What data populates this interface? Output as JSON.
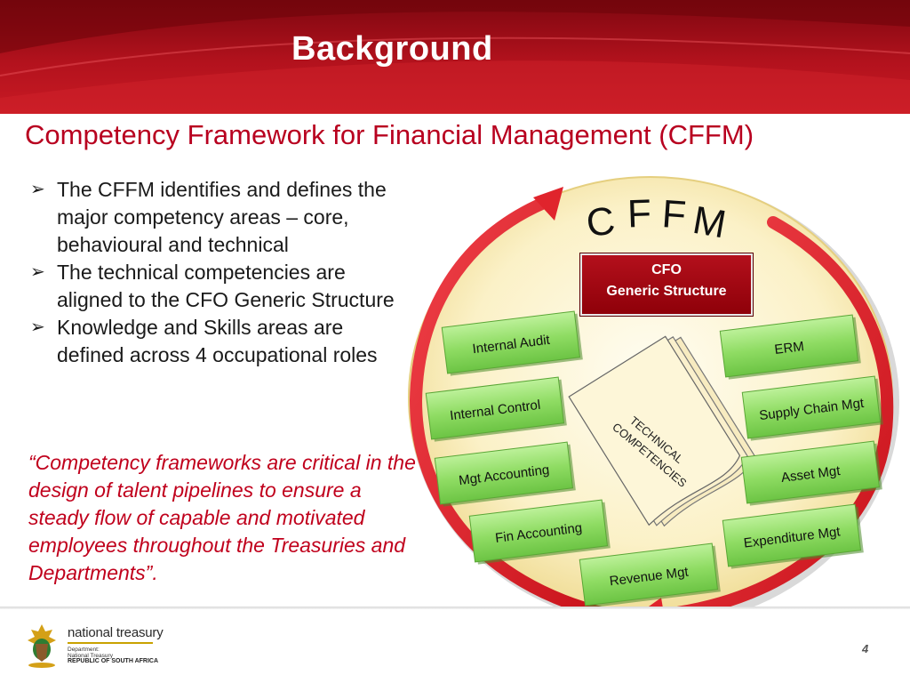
{
  "header": {
    "title": "Background"
  },
  "subtitle": "Competency Framework for Financial Management (CFFM)",
  "bullets": [
    "The CFFM identifies and defines the major competency areas – core, behavioural and technical",
    "The technical competencies are aligned to the CFO Generic Structure",
    "Knowledge and Skills areas are defined across 4 occupational roles"
  ],
  "bullet_icon": "arrow-bullet-icon",
  "quote": "“Competency frameworks are critical in the design of talent pipelines to ensure a steady flow of capable and motivated employees throughout the Treasuries and Departments”.",
  "diagram": {
    "cffm_letters": [
      "C",
      "F",
      "F",
      "M"
    ],
    "cfo_box": {
      "line1": "CFO",
      "line2": "Generic Structure"
    },
    "left_boxes": [
      "Internal Audit",
      "Internal Control",
      "Mgt Accounting",
      "Fin Accounting"
    ],
    "bottom_box": "Revenue Mgt",
    "right_boxes": [
      "ERM",
      "Supply Chain Mgt",
      "Asset Mgt",
      "Expenditure Mgt"
    ],
    "pages_text": {
      "line1": "TECHNICAL",
      "line2": "COMPETENCIES"
    }
  },
  "footer": {
    "logo_name": "national treasury",
    "department_line1": "Department:",
    "department_line2": "National Treasury",
    "country": "REPUBLIC OF SOUTH AFRICA",
    "page_number": "4"
  },
  "colors": {
    "header_red": "#b3121d",
    "title_red": "#b8001f",
    "quote_red": "#c0001c",
    "green_box": "#8fdc63",
    "cfo_box": "#a3000e",
    "arrow_red": "#e0242c",
    "circle_fill": "#fbf1c7"
  }
}
